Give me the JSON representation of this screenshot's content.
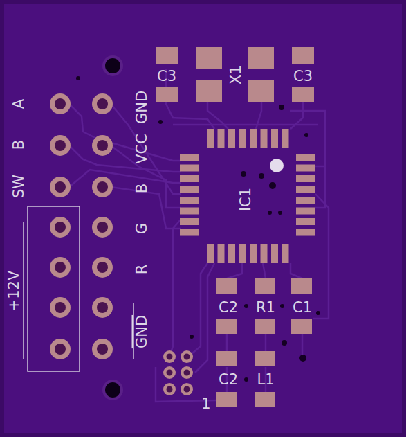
{
  "diagram": {
    "labels": [
      "C3",
      "X1",
      "C3",
      "A",
      "GND",
      "B",
      "VCC",
      "SW",
      "B",
      "IC1",
      "G",
      "+12V",
      "R",
      "C2",
      "R1",
      "C1",
      "GND",
      "C2",
      "L1",
      "1"
    ]
  }
}
